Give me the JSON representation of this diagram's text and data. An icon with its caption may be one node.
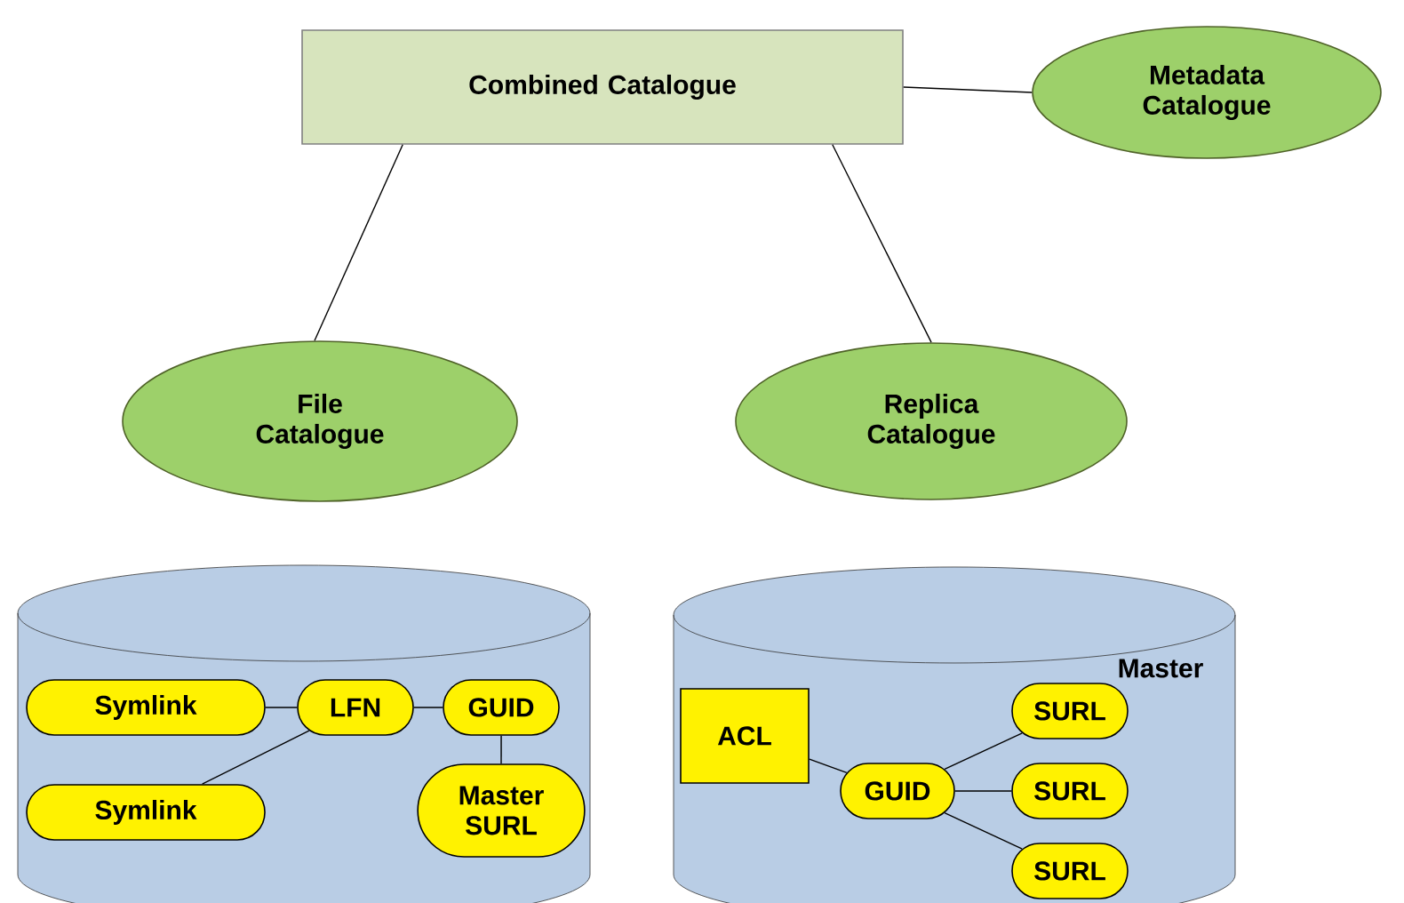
{
  "diagram": {
    "nodes": [
      {
        "text": [
          "Combined Catalogue"
        ]
      },
      {
        "text": [
          "Metadata Catalogue"
        ]
      },
      {
        "text": [
          "File Catalogue"
        ]
      },
      {
        "text": [
          "Replica Catalogue"
        ]
      },
      {
        "text": [],
        "shape": "cylinder"
      },
      {
        "text": [
          "Symlink"
        ],
        "in": 4
      },
      {
        "text": [
          "LFN"
        ],
        "in": 4
      },
      {
        "text": [
          "GUID"
        ],
        "in": 4
      },
      {
        "text": [
          "Symlink"
        ],
        "in": 4
      },
      {
        "text": [
          "Master SURL"
        ],
        "in": 4
      },
      {
        "text": [],
        "shape": "cylinder"
      },
      {
        "text": [
          "ACL"
        ],
        "in": 10
      },
      {
        "text": [
          "GUID"
        ],
        "in": 10
      },
      {
        "text": [
          "SURL"
        ],
        "in": 10
      },
      {
        "text": [
          "SURL"
        ],
        "in": 10
      },
      {
        "text": [
          "SURL"
        ],
        "in": 10
      }
    ],
    "edges": [
      {
        "from": 0,
        "to": 1,
        "arrow": "none"
      },
      {
        "from": 0,
        "to": 2,
        "arrow": "none"
      },
      {
        "from": 0,
        "to": 3,
        "arrow": "none"
      },
      {
        "from": 5,
        "to": 6,
        "arrow": "none"
      },
      {
        "from": 8,
        "to": 6,
        "arrow": "none"
      },
      {
        "from": 6,
        "to": 7,
        "arrow": "none"
      },
      {
        "from": 7,
        "to": 9,
        "arrow": "none"
      },
      {
        "from": 11,
        "to": 12,
        "arrow": "none"
      },
      {
        "from": 12,
        "to": 13,
        "arrow": "none"
      },
      {
        "from": 12,
        "to": 14,
        "arrow": "none"
      },
      {
        "from": 12,
        "to": 15,
        "arrow": "none"
      }
    ],
    "labels": [
      "Master"
    ]
  }
}
